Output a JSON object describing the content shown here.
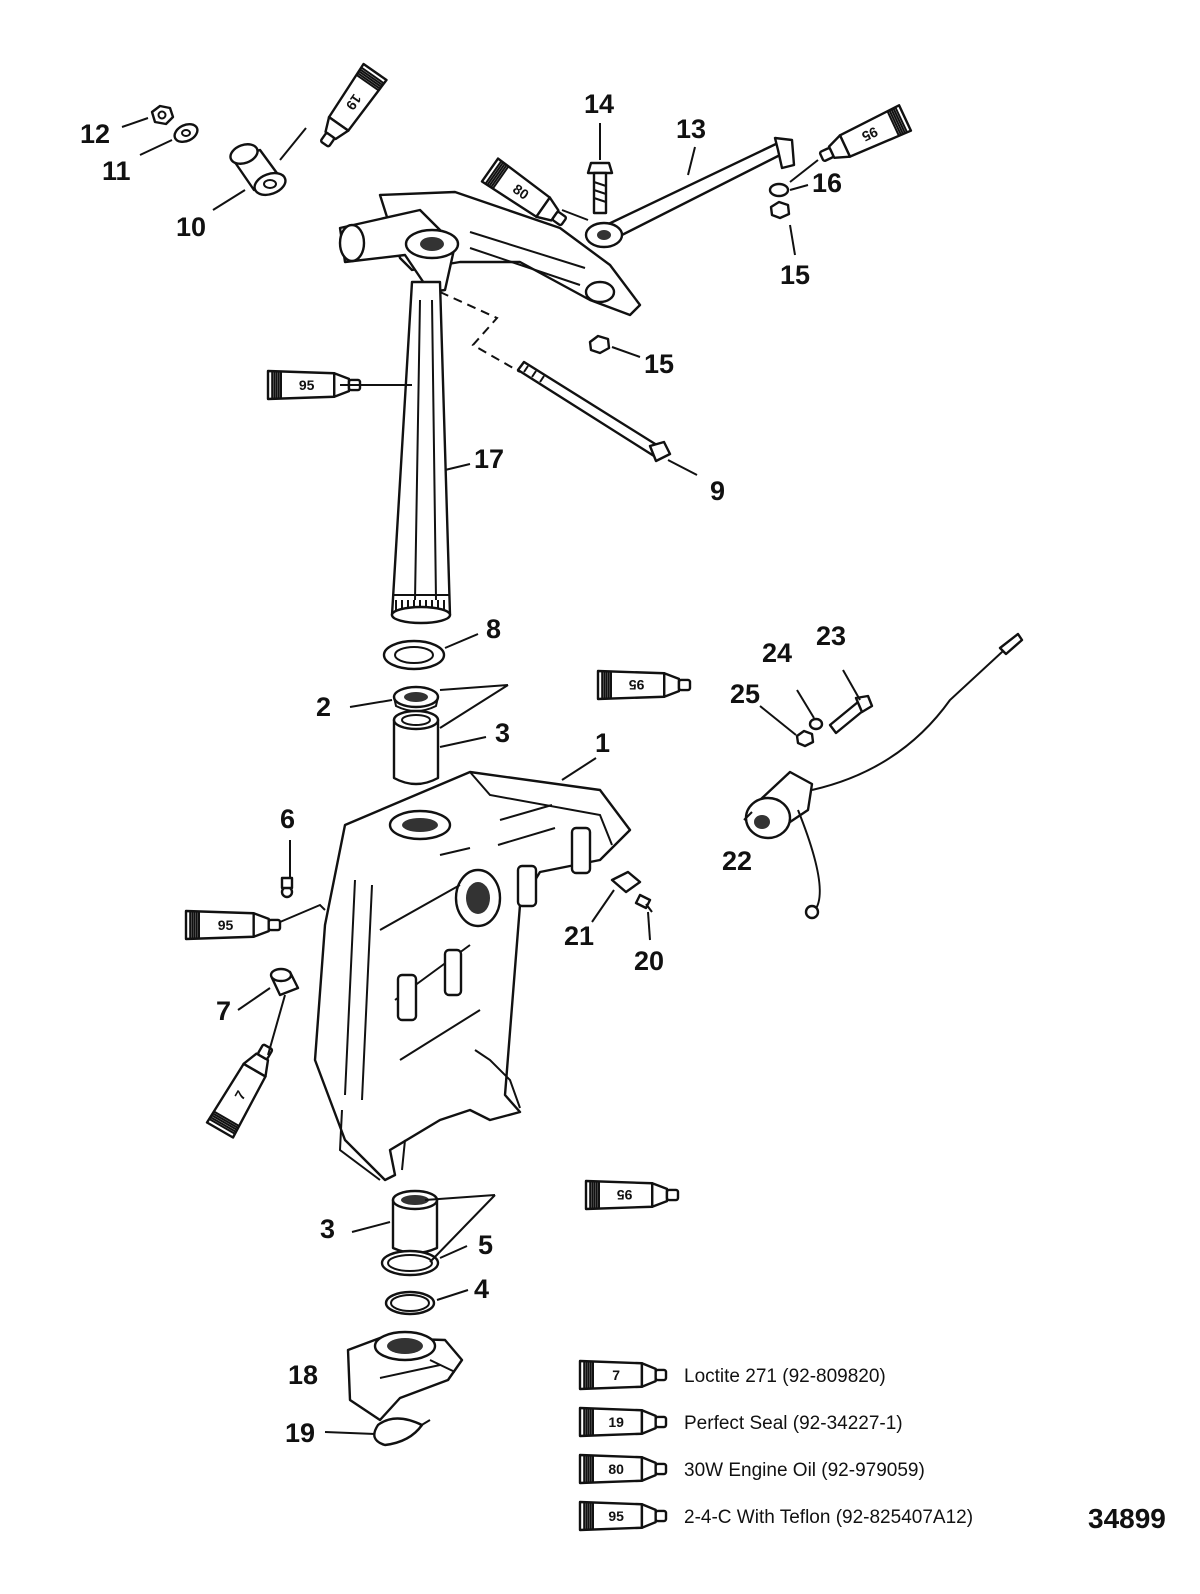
{
  "callouts": [
    {
      "id": "1",
      "label": "1"
    },
    {
      "id": "2",
      "label": "2"
    },
    {
      "id": "3a",
      "label": "3"
    },
    {
      "id": "3b",
      "label": "3"
    },
    {
      "id": "4",
      "label": "4"
    },
    {
      "id": "5",
      "label": "5"
    },
    {
      "id": "6",
      "label": "6"
    },
    {
      "id": "7",
      "label": "7"
    },
    {
      "id": "8",
      "label": "8"
    },
    {
      "id": "9",
      "label": "9"
    },
    {
      "id": "10",
      "label": "10"
    },
    {
      "id": "11",
      "label": "11"
    },
    {
      "id": "12",
      "label": "12"
    },
    {
      "id": "13",
      "label": "13"
    },
    {
      "id": "14",
      "label": "14"
    },
    {
      "id": "15a",
      "label": "15"
    },
    {
      "id": "15b",
      "label": "15"
    },
    {
      "id": "16",
      "label": "16"
    },
    {
      "id": "17",
      "label": "17"
    },
    {
      "id": "18",
      "label": "18"
    },
    {
      "id": "19",
      "label": "19"
    },
    {
      "id": "20",
      "label": "20"
    },
    {
      "id": "21",
      "label": "21"
    },
    {
      "id": "22",
      "label": "22"
    },
    {
      "id": "23",
      "label": "23"
    },
    {
      "id": "24",
      "label": "24"
    },
    {
      "id": "25",
      "label": "25"
    }
  ],
  "tubes": [
    {
      "id": "t19",
      "label": "19"
    },
    {
      "id": "t80",
      "label": "80"
    },
    {
      "id": "t95-arm",
      "label": "95"
    },
    {
      "id": "t95-column",
      "label": "95"
    },
    {
      "id": "t95-bearing",
      "label": "95"
    },
    {
      "id": "t95-fitting",
      "label": "95"
    },
    {
      "id": "t7",
      "label": "7"
    },
    {
      "id": "t95-lower",
      "label": "95"
    }
  ],
  "legend": [
    {
      "code": "7",
      "text": "Loctite 271 (92-809820)"
    },
    {
      "code": "19",
      "text": "Perfect Seal (92-34227-1)"
    },
    {
      "code": "80",
      "text": "30W Engine Oil (92-979059)"
    },
    {
      "code": "95",
      "text": "2-4-C With Teflon (92-825407A12)"
    }
  ],
  "drawing_number": "34899"
}
